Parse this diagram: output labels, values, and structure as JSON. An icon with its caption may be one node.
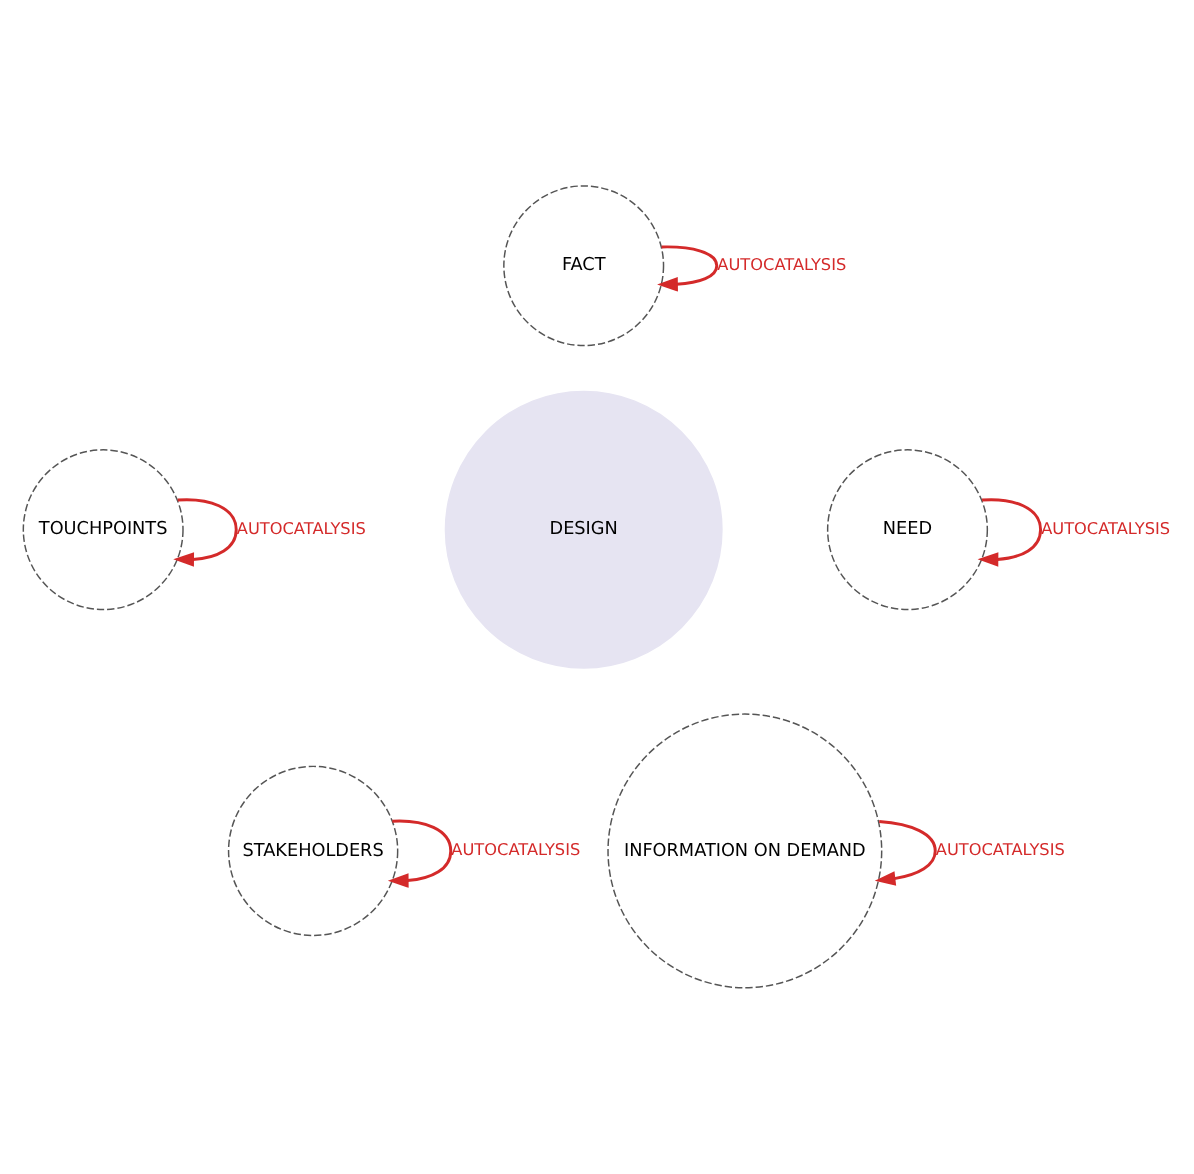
{
  "diagram": {
    "nodes": [
      {
        "text": [
          "DESIGN"
        ]
      },
      {
        "text": [
          "FACT"
        ]
      },
      {
        "text": [
          "TOUCHPOINTS"
        ]
      },
      {
        "text": [
          "NEED"
        ]
      },
      {
        "text": [
          "INFORMATION ON DEMAND"
        ]
      },
      {
        "text": [
          "STAKEHOLDERS"
        ]
      }
    ],
    "edges": [
      {
        "from": 1,
        "to": 1,
        "arrow": "to",
        "label": "AUTOCATALYSIS",
        "color": "#d42a2a"
      },
      {
        "from": 2,
        "to": 2,
        "arrow": "to",
        "label": "AUTOCATALYSIS",
        "color": "#d42a2a"
      },
      {
        "from": 3,
        "to": 3,
        "arrow": "to",
        "label": "AUTOCATALYSIS",
        "color": "#d42a2a"
      },
      {
        "from": 4,
        "to": 4,
        "arrow": "to",
        "label": "AUTOCATALYSIS",
        "color": "#d42a2a"
      },
      {
        "from": 5,
        "to": 5,
        "arrow": "to",
        "label": "AUTOCATALYSIS",
        "color": "#d42a2a"
      }
    ]
  }
}
